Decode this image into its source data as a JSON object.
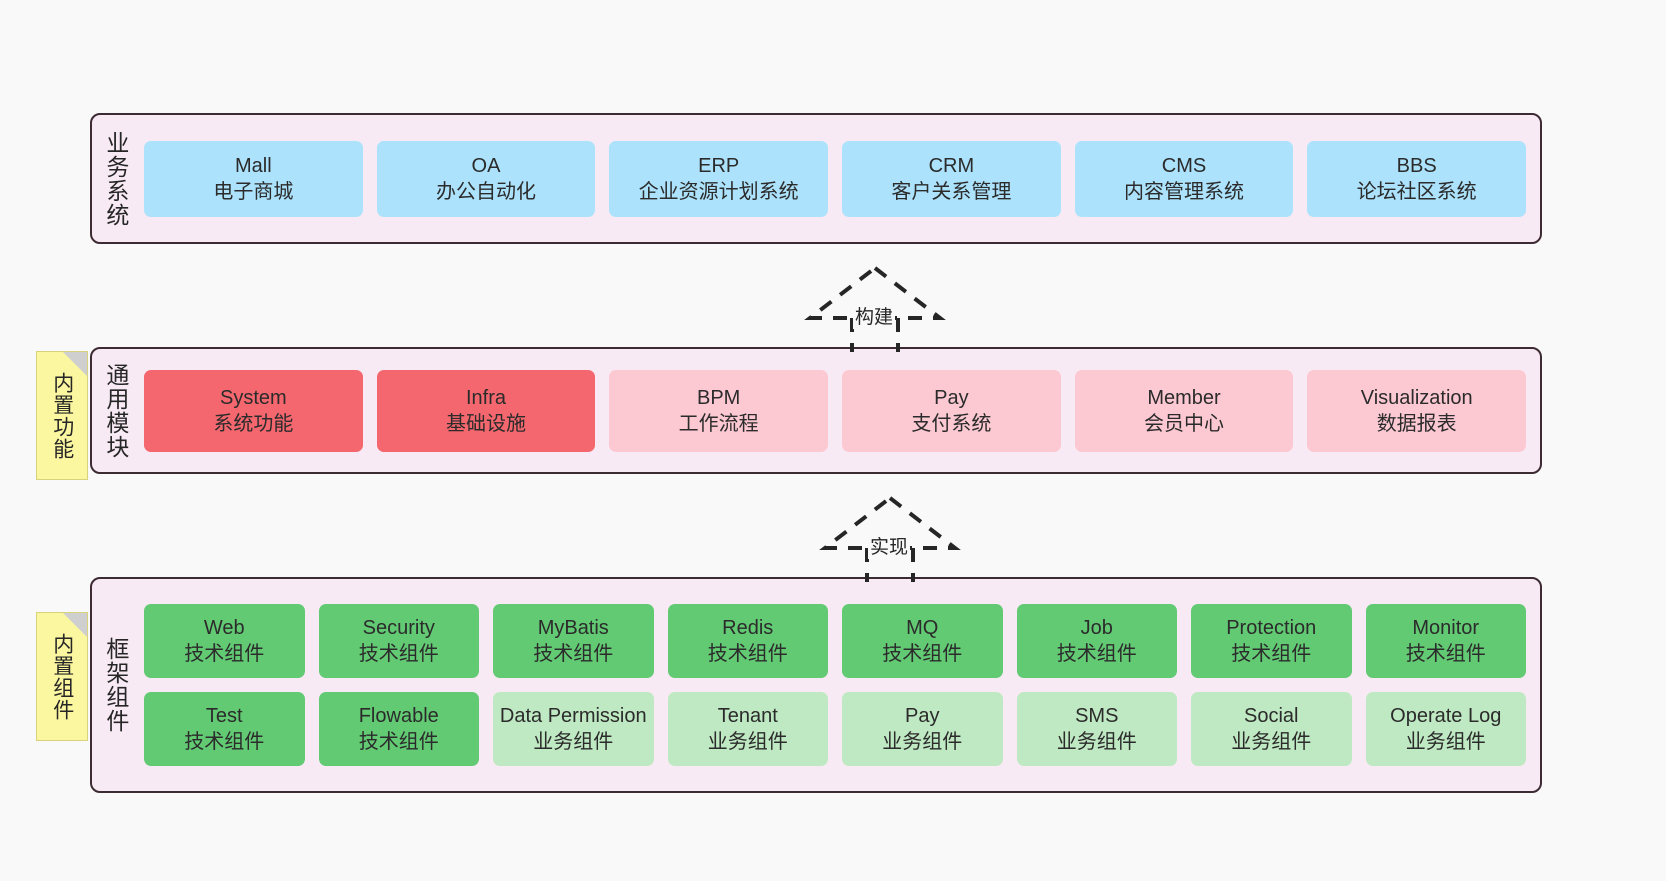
{
  "diagram": {
    "background": "#f9f9f9",
    "layer_fill": "#f8eaf4",
    "layer_border": "#3d2b33"
  },
  "layers": [
    {
      "id": "business-systems",
      "title": "业务系统",
      "accent": "#ace2fb",
      "cards": [
        {
          "title": "Mall",
          "subtitle": "电子商城"
        },
        {
          "title": "OA",
          "subtitle": "办公自动化"
        },
        {
          "title": "ERP",
          "subtitle": "企业资源计划系统"
        },
        {
          "title": "CRM",
          "subtitle": "客户关系管理"
        },
        {
          "title": "CMS",
          "subtitle": "内容管理系统"
        },
        {
          "title": "BBS",
          "subtitle": "论坛社区系统"
        }
      ]
    },
    {
      "id": "common-modules",
      "title": "通用模块",
      "note": "内置功能",
      "accent_strong": "#f4676e",
      "accent_light": "#fcc9d3",
      "cards": [
        {
          "title": "System",
          "subtitle": "系统功能",
          "variant": "strong"
        },
        {
          "title": "Infra",
          "subtitle": "基础设施",
          "variant": "strong"
        },
        {
          "title": "BPM",
          "subtitle": "工作流程",
          "variant": "light"
        },
        {
          "title": "Pay",
          "subtitle": "支付系统",
          "variant": "light"
        },
        {
          "title": "Member",
          "subtitle": "会员中心",
          "variant": "light"
        },
        {
          "title": "Visualization",
          "subtitle": "数据报表",
          "variant": "light"
        }
      ]
    },
    {
      "id": "framework-components",
      "title": "框架组件",
      "note": "内置组件",
      "accent_tech": "#63ca74",
      "accent_biz": "#bfe9c2",
      "rows": [
        [
          {
            "title": "Web",
            "subtitle": "技术组件",
            "variant": "tech"
          },
          {
            "title": "Security",
            "subtitle": "技术组件",
            "variant": "tech"
          },
          {
            "title": "MyBatis",
            "subtitle": "技术组件",
            "variant": "tech"
          },
          {
            "title": "Redis",
            "subtitle": "技术组件",
            "variant": "tech"
          },
          {
            "title": "MQ",
            "subtitle": "技术组件",
            "variant": "tech"
          },
          {
            "title": "Job",
            "subtitle": "技术组件",
            "variant": "tech"
          },
          {
            "title": "Protection",
            "subtitle": "技术组件",
            "variant": "tech"
          },
          {
            "title": "Monitor",
            "subtitle": "技术组件",
            "variant": "tech"
          }
        ],
        [
          {
            "title": "Test",
            "subtitle": "技术组件",
            "variant": "tech"
          },
          {
            "title": "Flowable",
            "subtitle": "技术组件",
            "variant": "tech"
          },
          {
            "title": "Data Permission",
            "subtitle": "业务组件",
            "variant": "biz",
            "wrap": true
          },
          {
            "title": "Tenant",
            "subtitle": "业务组件",
            "variant": "biz"
          },
          {
            "title": "Pay",
            "subtitle": "业务组件",
            "variant": "biz"
          },
          {
            "title": "SMS",
            "subtitle": "业务组件",
            "variant": "biz"
          },
          {
            "title": "Social",
            "subtitle": "业务组件",
            "variant": "biz"
          },
          {
            "title": "Operate Log",
            "subtitle": "业务组件",
            "variant": "biz"
          }
        ]
      ]
    }
  ],
  "connectors": [
    {
      "id": "build",
      "label": "构建",
      "style": "dashed-hollow-arrow"
    },
    {
      "id": "realize",
      "label": "实现",
      "style": "dashed-hollow-arrow"
    }
  ]
}
